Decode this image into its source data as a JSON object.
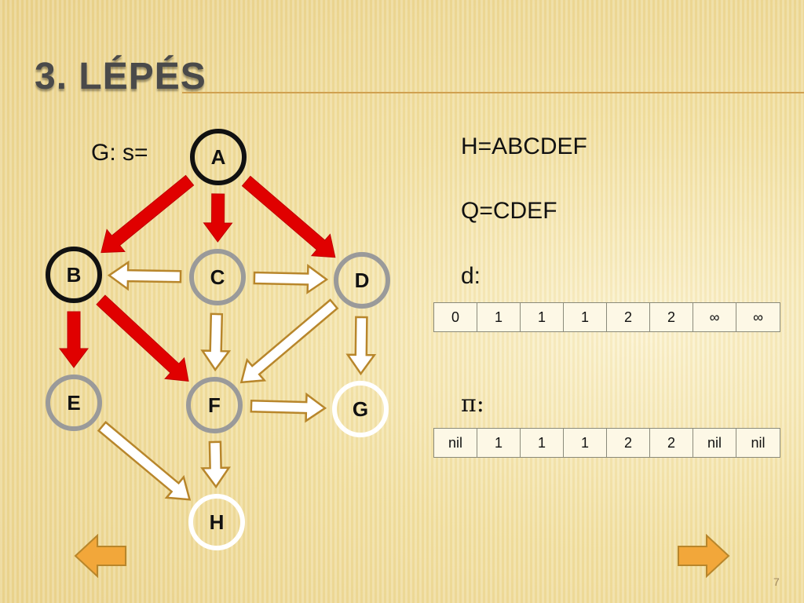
{
  "slide": {
    "title": "3. LÉPÉS",
    "g_label": "G: s=",
    "h_label": "H=ABCDEF",
    "q_label": "Q=CDEF",
    "d_label": "d:",
    "pi_label": "π:",
    "page_number": "7"
  },
  "colors": {
    "tree_edge": "#e00000",
    "edge_outline": "#b8862b",
    "done": "#111111",
    "visited": "#9a9a9a",
    "unvisited": "#ffffff",
    "nav_arrow": "#f2a73a"
  },
  "nodes": [
    {
      "id": "A",
      "label": "A",
      "state": "done"
    },
    {
      "id": "B",
      "label": "B",
      "state": "done"
    },
    {
      "id": "C",
      "label": "C",
      "state": "visited"
    },
    {
      "id": "D",
      "label": "D",
      "state": "visited"
    },
    {
      "id": "E",
      "label": "E",
      "state": "visited"
    },
    {
      "id": "F",
      "label": "F",
      "state": "visited"
    },
    {
      "id": "G",
      "label": "G",
      "state": "unvisited"
    },
    {
      "id": "H",
      "label": "H",
      "state": "unvisited"
    }
  ],
  "edges": [
    {
      "from": "A",
      "to": "B",
      "tree": true
    },
    {
      "from": "A",
      "to": "C",
      "tree": true
    },
    {
      "from": "A",
      "to": "D",
      "tree": true
    },
    {
      "from": "B",
      "to": "E",
      "tree": true
    },
    {
      "from": "B",
      "to": "F",
      "tree": true
    },
    {
      "from": "C",
      "to": "B",
      "tree": false
    },
    {
      "from": "C",
      "to": "D",
      "tree": false
    },
    {
      "from": "C",
      "to": "F",
      "tree": false
    },
    {
      "from": "D",
      "to": "F",
      "tree": false
    },
    {
      "from": "D",
      "to": "G",
      "tree": false
    },
    {
      "from": "F",
      "to": "G",
      "tree": false
    },
    {
      "from": "E",
      "to": "H",
      "tree": false
    },
    {
      "from": "F",
      "to": "H",
      "tree": false
    }
  ],
  "d_values": [
    "0",
    "1",
    "1",
    "1",
    "2",
    "2",
    "∞",
    "∞"
  ],
  "pi_values": [
    "nil",
    "1",
    "1",
    "1",
    "2",
    "2",
    "nil",
    "nil"
  ]
}
